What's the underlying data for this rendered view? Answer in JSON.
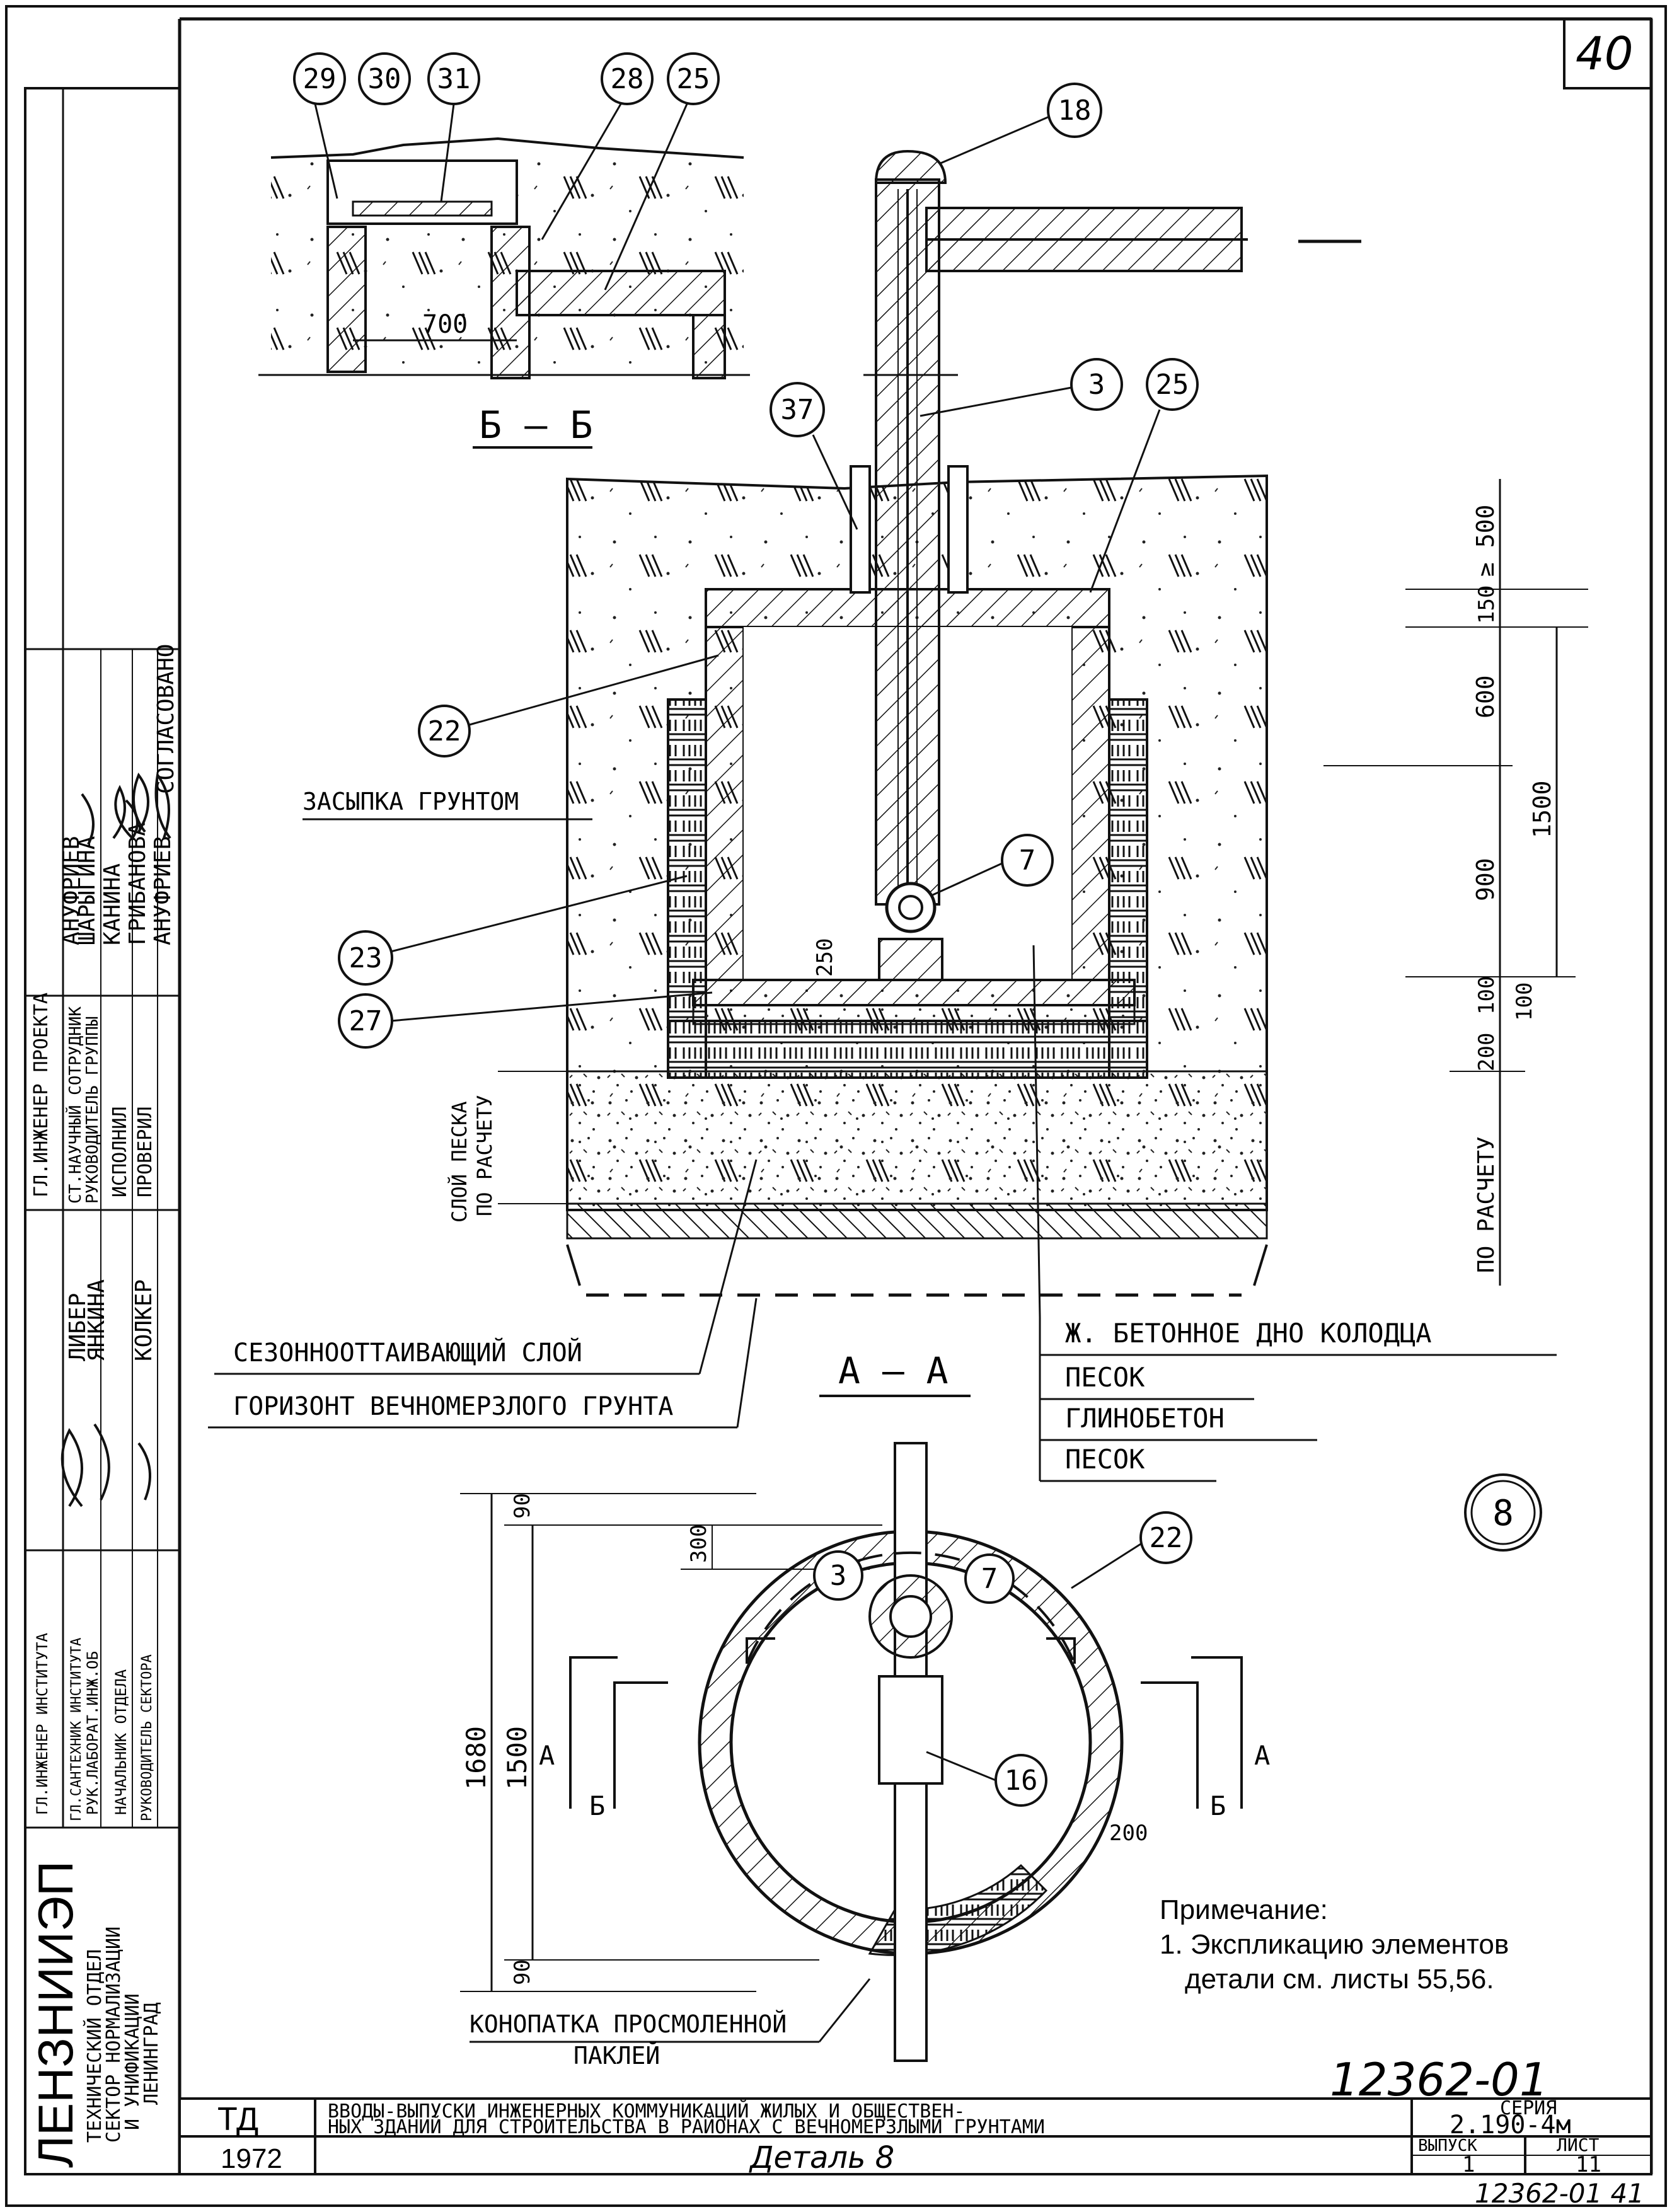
{
  "sheet_number": "40",
  "stamp_code": "12362-01",
  "bottom_code": "12362-01 41",
  "callouts": [
    "29",
    "30",
    "31",
    "28",
    "25",
    "18",
    "3",
    "37",
    "25",
    "22",
    "7",
    "23",
    "27",
    "8",
    "22",
    "3",
    "7",
    "16"
  ],
  "section_bb": {
    "title": "Б — Б",
    "dim_700": "700"
  },
  "section_aa": {
    "title": "А — А",
    "dims": {
      "ge500": "≥ 500",
      "d150": "150",
      "d600": "600",
      "d1500": "1500",
      "d900": "900",
      "d100a": "100",
      "d100b": "100",
      "d200": "200",
      "d250": "250",
      "po_raschetu": "ПО РАСЧЕТУ"
    },
    "labels": {
      "zasypka": "ЗАСЫПКА ГРУНТОМ",
      "sloy_peska_1": "СЛОЙ ПЕСКА",
      "sloy_peska_2": "ПО РАСЧЕТУ",
      "sezon": "СЕЗОННООТТАИВАЮЩИЙ СЛОЙ",
      "gorizont": "ГОРИЗОНТ ВЕЧНОМЕРЗЛОГО ГРУНТА"
    },
    "bottom_layers": [
      "Ж. БЕТОННОЕ ДНО КОЛОДЦА",
      "ПЕСОК",
      "ГЛИНОБЕТОН",
      "ПЕСОК"
    ]
  },
  "plan": {
    "dims": {
      "d90a": "90",
      "d300": "300",
      "d1680": "1680",
      "d1500": "1500",
      "d90b": "90",
      "d200": "200"
    },
    "markers": {
      "A": "А",
      "B": "Б"
    },
    "konopatka_1": "КОНОПАТКА ПРОСМОЛЕННОЙ",
    "konopatka_2": "ПАКЛЕЙ"
  },
  "note": {
    "title": "Примечание:",
    "line1": "1. Экспликацию элементов",
    "line2": "детали см. листы 55,56."
  },
  "left_strip": {
    "soglasovano": "СОГЛАСОВАНО",
    "names_top": [
      "АНУФРИЕВ",
      "ШАРЫГИНА",
      "КАНИНА",
      "ГРИБАНОВА",
      "АНУФРИЕВ"
    ],
    "roles_mid": [
      "ГЛ.ИНЖЕНЕР ПРОЕКТА",
      "СТ.НАУЧНЫЙ СОТРУДНИК",
      "РУКОВОДИТЕЛЬ ГРУППЫ",
      "ИСПОЛНИЛ",
      "ПРОВЕРИЛ"
    ],
    "names_mid": [
      "ЛИБЕР",
      "ЯНКИНА",
      "КОЛКЕР"
    ],
    "roles_low": [
      "ГЛ.ИНЖЕНЕР ИНСТИТУТА",
      "ГЛ.САНТЕХНИК ИНСТИТУТА",
      "РУК.ЛАБОРАТ.ИНЖ.ОБ",
      "НАЧАЛЬНИК ОТДЕЛА",
      "РУКОВОДИТЕЛЬ СЕКТОРА"
    ],
    "org_name": "ЛЕНЗНИИЭП",
    "org_sub": [
      "ТЕХНИЧЕСКИЙ ОТДЕЛ",
      "СЕКТОР НОРМАЛИЗАЦИИ",
      "И УНИФИКАЦИИ",
      "ЛЕНИНГРАД"
    ]
  },
  "title_block": {
    "td": "ТД",
    "year": "1972",
    "title_line1": "ВВОДЫ-ВЫПУСКИ ИНЖЕНЕРНЫХ КОММУНИКАЦИЙ ЖИЛЫХ И ОБЩЕСТВЕН-",
    "title_line2": "НЫХ ЗДАНИЙ ДЛЯ СТРОИТЕЛЬСТВА В РАЙОНАХ С ВЕЧНОМЕРЗЛЫМИ ГРУНТАМИ",
    "detail_name": "Деталь 8",
    "seria_label": "СЕРИЯ",
    "seria_value": "2.190-4м",
    "vypusk_label": "ВЫПУСК",
    "vypusk_value": "1",
    "list_label": "ЛИСТ",
    "list_value": "11"
  }
}
